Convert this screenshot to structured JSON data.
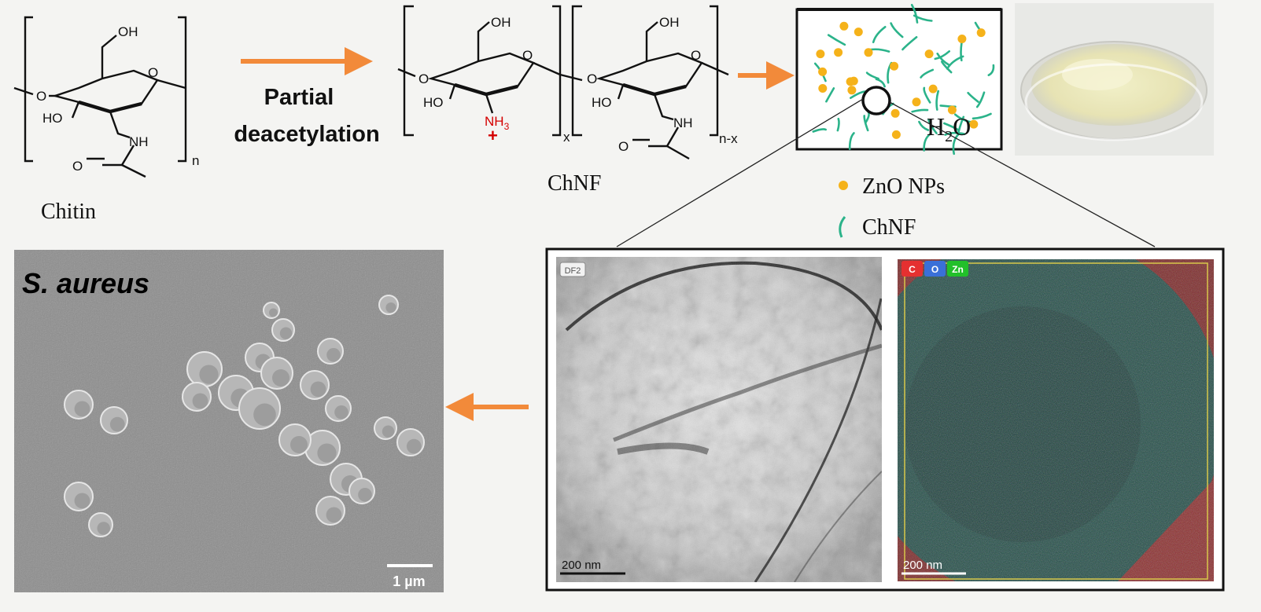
{
  "structures": {
    "chitin": {
      "label": "Chitin",
      "groups": {
        "oh": "OH",
        "ho": "HO",
        "o_link": "O",
        "o_ring": "O",
        "nh": "NH",
        "o_carbonyl": "O"
      },
      "repeat": "n"
    },
    "chnf": {
      "label": "ChNF",
      "unit1": {
        "oh": "OH",
        "ho": "HO",
        "o_link": "O",
        "o_ring": "O",
        "nh3": "NH",
        "nh3_sub": "3",
        "charge": "+",
        "repeat": "x"
      },
      "unit2": {
        "oh": "OH",
        "ho": "HO",
        "o_link": "O",
        "o_ring": "O",
        "nh": "NH",
        "o_carbonyl": "O",
        "repeat": "n-x"
      }
    }
  },
  "step_label": {
    "line1": "Partial",
    "line2": "deacetylation"
  },
  "solution": {
    "water_main": "H",
    "water_sub": "2",
    "water_end": "O"
  },
  "legend": [
    {
      "label": "ZnO NPs",
      "symbol": "dot"
    },
    {
      "label": "ChNF",
      "symbol": "fiber"
    }
  ],
  "sem": {
    "organism": "S. aureus",
    "scale_bar": "1 µm"
  },
  "tem": {
    "mode_tag": "DF2",
    "scale_bar": "200 nm"
  },
  "eds": {
    "elements": [
      "C",
      "O",
      "Zn"
    ],
    "scale_bar": "200 nm"
  },
  "colors": {
    "arrow": "#f28a3a",
    "fiber": "#2bb38a",
    "zno": "#f5b21a",
    "charge": "#d40000",
    "eds_c": "#e53030",
    "eds_o": "#3a70d8",
    "eds_zn": "#22c02a"
  }
}
